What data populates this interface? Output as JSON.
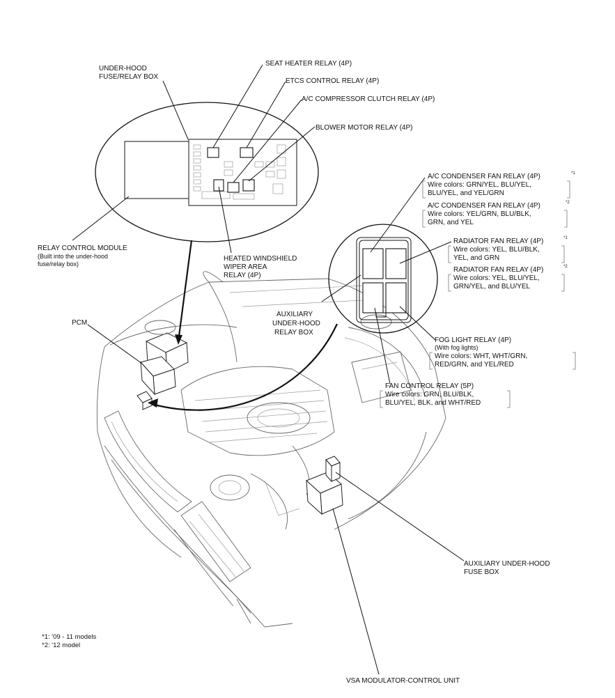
{
  "labels": {
    "underhood_box": [
      "UNDER-HOOD",
      "FUSE/RELAY BOX"
    ],
    "seat_heater_relay": "SEAT HEATER RELAY (4P)",
    "etcs_control_relay": "ETCS CONTROL RELAY (4P)",
    "ac_compressor_clutch_relay": "A/C COMPRESSOR CLUTCH RELAY (4P)",
    "blower_motor_relay": "BLOWER MOTOR RELAY (4P)",
    "ac_condenser_fan_relay_1": {
      "title": "A/C CONDENSER FAN RELAY (4P)",
      "note": "*1",
      "wires": [
        "Wire colors: GRN/YEL, BLU/YEL,",
        "BLU/YEL, and YEL/GRN"
      ]
    },
    "ac_condenser_fan_relay_2": {
      "title": "A/C CONDENSER FAN RELAY (4P)",
      "note": "*2",
      "wires": [
        "Wire colors: YEL/GRN, BLU/BLK,",
        "GRN, and YEL"
      ]
    },
    "radiator_fan_relay_1": {
      "title": "RADIATOR FAN RELAY (4P)",
      "note": "*1",
      "wires": [
        "Wire colors: YEL, BLU/BLK,",
        "YEL, and GRN"
      ]
    },
    "radiator_fan_relay_2": {
      "title": "RADIATOR FAN RELAY (4P)",
      "note": "*2",
      "wires": [
        "Wire colors: YEL, BLU/YEL,",
        "GRN/YEL, and BLU/YEL"
      ]
    },
    "relay_control_module": [
      "RELAY CONTROL MODULE",
      "(Built into the under-hood",
      "fuse/relay box)"
    ],
    "heated_windshield": [
      "HEATED WINDSHIELD",
      "WIPER AREA",
      "RELAY (4P)"
    ],
    "auxiliary_relay_box": [
      "AUXILIARY",
      "UNDER-HOOD",
      "RELAY BOX"
    ],
    "pcm": "PCM",
    "fog_light_relay": {
      "title": "FOG LIGHT RELAY (4P)",
      "sub": "(With fog lights)",
      "wires": [
        "Wire colors: WHT, WHT/GRN,",
        "RED/GRN, and YEL/RED"
      ]
    },
    "fan_control_relay": {
      "title": "FAN CONTROL RELAY (5P)",
      "wires": [
        "Wire colors: GRN, BLU/BLK,",
        "BLU/YEL, BLK, and WHT/RED"
      ]
    },
    "auxiliary_fuse_box": [
      "AUXILIARY UNDER-HOOD",
      "FUSE BOX"
    ],
    "vsa_unit": "VSA MODULATOR-CONTROL UNIT"
  },
  "footnotes": [
    "*1: '09 - 11 models",
    "*2: '12 model"
  ]
}
